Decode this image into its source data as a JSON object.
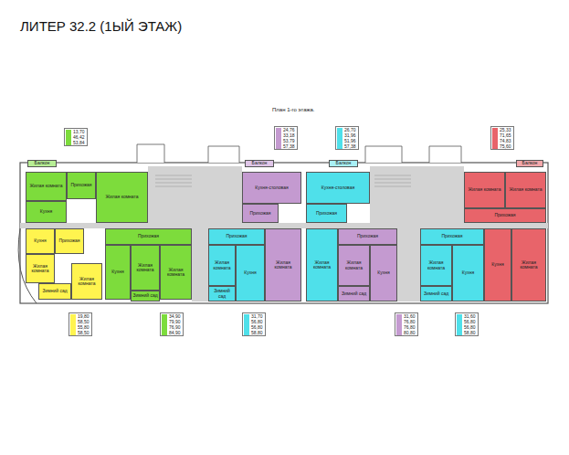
{
  "diagram": {
    "title": "ЛИТЕР 32.2 (1ЫЙ ЭТАЖ)",
    "nodes": [
      {
        "text": [
          "Балкон"
        ]
      },
      {
        "text": [
          "Жилая комната"
        ]
      },
      {
        "text": [
          "Прихожая"
        ]
      },
      {
        "text": [
          "Жилая комната"
        ]
      },
      {
        "text": [
          "Кухня"
        ]
      },
      {
        "text": [
          "Кухня"
        ]
      },
      {
        "text": [
          "Прихожая"
        ]
      },
      {
        "text": [
          "Жилая комната"
        ]
      },
      {
        "text": [
          "Жилая комната"
        ]
      },
      {
        "text": [
          "Зимний сад"
        ]
      },
      {
        "text": [
          "Прихожая"
        ]
      },
      {
        "text": [
          "Кухня"
        ]
      },
      {
        "text": [
          "Жилая комната"
        ]
      },
      {
        "text": [
          "Жилая комната"
        ]
      },
      {
        "text": [
          "Зимний сад"
        ]
      },
      {
        "text": [
          "Прихожая"
        ]
      },
      {
        "text": [
          "Жилая комната"
        ]
      },
      {
        "text": [
          "Кухня"
        ]
      },
      {
        "text": [
          "Зимний сад"
        ]
      },
      {
        "text": [
          "Балкон"
        ]
      },
      {
        "text": [
          "Кухня-столовая"
        ]
      },
      {
        "text": [
          "Прихожая"
        ]
      },
      {
        "text": [
          "Жилая комната"
        ]
      },
      {
        "text": [
          "Балкон"
        ]
      },
      {
        "text": [
          "Кухня-столовая"
        ]
      },
      {
        "text": [
          "Прихожая"
        ]
      },
      {
        "text": [
          "Жилая комната"
        ]
      },
      {
        "text": [
          "Прихожая"
        ]
      },
      {
        "text": [
          "Жилая комната"
        ]
      },
      {
        "text": [
          "Кухня"
        ]
      },
      {
        "text": [
          "Зимний сад"
        ]
      },
      {
        "text": [
          "Прихожая"
        ]
      },
      {
        "text": [
          "Жилая комната"
        ]
      },
      {
        "text": [
          "Кухня"
        ]
      },
      {
        "text": [
          "Зимний сад"
        ]
      },
      {
        "text": [
          "Балкон"
        ]
      },
      {
        "text": [
          "Жилая комната"
        ]
      },
      {
        "text": [
          "Жилая комната"
        ]
      },
      {
        "text": [
          "Прихожая"
        ]
      },
      {
        "text": [
          "Кухня"
        ]
      },
      {
        "text": [
          "Жилая комната"
        ]
      }
    ],
    "labels": [
      "План 1-го этажа.",
      "13,70",
      "46,42",
      "53,84",
      "24,76",
      "33,18",
      "53,79",
      "57,38",
      "26,70",
      "31,96",
      "51,96",
      "57,38",
      "25,33",
      "71,65",
      "74,83",
      "75,60",
      "19,80",
      "58,50",
      "55,80",
      "58,50",
      "34,90",
      "79,90",
      "76,90",
      "84,90",
      "31,70",
      "56,80",
      "56,80",
      "58,80",
      "31,60",
      "76,80",
      "76,80",
      "80,80",
      "31,60",
      "56,80",
      "56,80",
      "58,80"
    ]
  }
}
